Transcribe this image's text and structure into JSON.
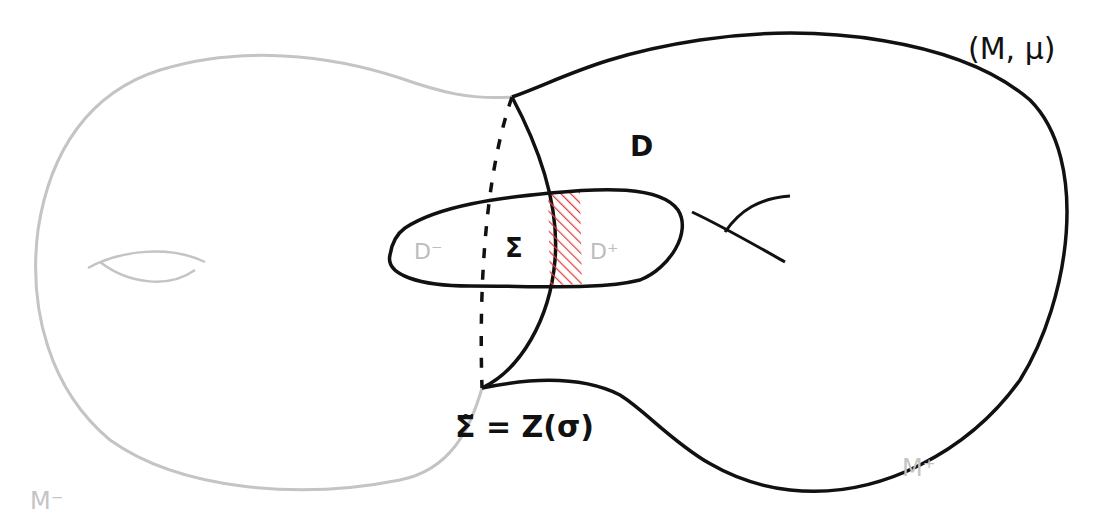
{
  "diagram": {
    "labels": [
      "(M, μ)",
      "D",
      "D⁻",
      "Σ",
      "D⁺",
      "Σ̃ = Z(σ)",
      "M⁺",
      "M⁻"
    ]
  }
}
